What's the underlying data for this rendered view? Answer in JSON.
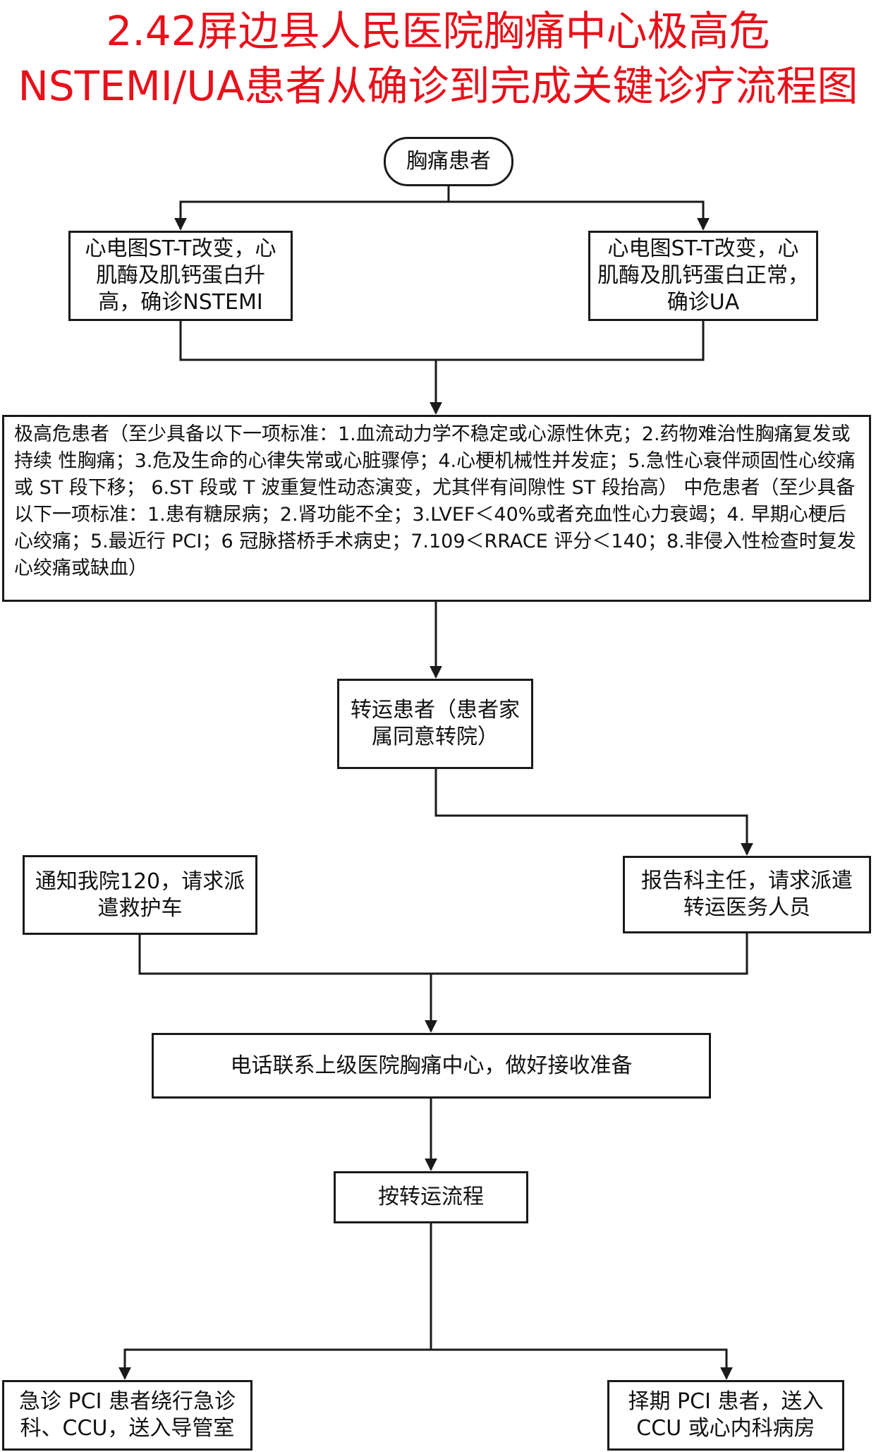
{
  "title": {
    "line1": "2.42屏边县人民医院胸痛中心极高危",
    "line2": "NSTEMI/UA患者从确诊到完成关键诊疗流程图"
  },
  "nodes": {
    "start": "胸痛患者",
    "nstemi": "心电图ST-T改变，心肌酶及肌钙蛋白升高，确诊NSTEMI",
    "ua": "心电图ST-T改变，心肌酶及肌钙蛋白正常，确诊UA",
    "criteria": "极高危患者（至少具备以下一项标准：1.血流动力学不稳定或心源性休克；2.药物难治性胸痛复发或持续 性胸痛；3.危及生命的心律失常或心脏骤停；4.心梗机械性并发症；5.急性心衰伴顽固性心绞痛或 ST 段下移； 6.ST 段或 T 波重复性动态演变，尤其伴有间隙性 ST 段抬高） 中危患者（至少具备以下一项标准：1.患有糖尿病；2.肾功能不全；3.LVEF＜40%或者充血性心力衰竭；4. 早期心梗后心绞痛；5.最近行 PCI；6 冠脉搭桥手术病史；7.109＜RRACE 评分＜140；8.非侵入性检查时复发 心绞痛或缺血）",
    "transfer": "转运患者（患者家属同意转院）",
    "notify120": "通知我院120，请求派遣救护车",
    "report": "报告科主任，请求派遣转运医务人员",
    "phone": "电话联系上级医院胸痛中心，做好接收准备",
    "process": "按转运流程",
    "emergency_pci": "急诊 PCI 患者绕行急诊科、CCU，送入导管室",
    "elective_pci": "择期 PCI 患者，送入 CCU 或心内科病房"
  },
  "colors": {
    "title": "#e8101a",
    "line": "#1a1a1a"
  }
}
